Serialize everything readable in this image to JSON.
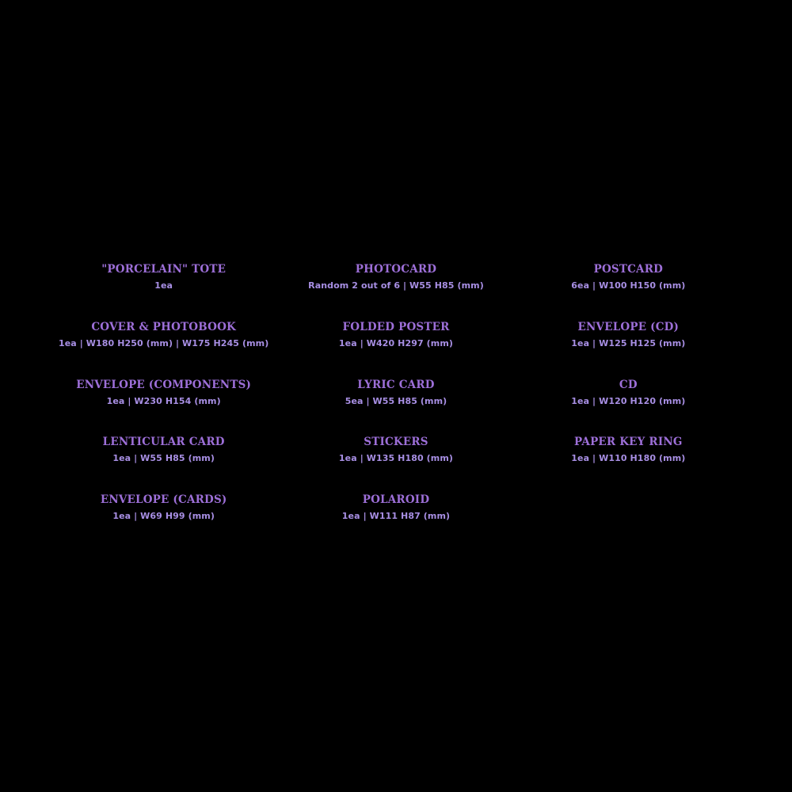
{
  "page": {
    "background_color": "#000000",
    "title_color": "#9d6fd8",
    "spec_color": "#a88fe4"
  },
  "packaging_list": {
    "rows": [
      [
        {
          "title": "\"PORCELAIN\" TOTE",
          "spec": "1ea"
        },
        {
          "title": "PHOTOCARD",
          "spec": "Random 2 out of 6 | W55 H85 (mm)"
        },
        {
          "title": "POSTCARD",
          "spec": "6ea | W100 H150 (mm)"
        }
      ],
      [
        {
          "title": "COVER & PHOTOBOOK",
          "spec": "1ea | W180 H250 (mm) | W175 H245 (mm)"
        },
        {
          "title": "FOLDED POSTER",
          "spec": "1ea | W420 H297 (mm)"
        },
        {
          "title": "ENVELOPE (CD)",
          "spec": "1ea | W125 H125 (mm)"
        }
      ],
      [
        {
          "title": "ENVELOPE (COMPONENTS)",
          "spec": "1ea | W230 H154 (mm)"
        },
        {
          "title": "LYRIC CARD",
          "spec": "5ea | W55 H85 (mm)"
        },
        {
          "title": "CD",
          "spec": "1ea | W120 H120 (mm)"
        }
      ],
      [
        {
          "title": "LENTICULAR CARD",
          "spec": "1ea | W55 H85 (mm)"
        },
        {
          "title": "STICKERS",
          "spec": "1ea | W135 H180 (mm)"
        },
        {
          "title": "PAPER KEY RING",
          "spec": "1ea | W110 H180 (mm)"
        }
      ],
      [
        {
          "title": "ENVELOPE (CARDS)",
          "spec": "1ea | W69 H99 (mm)"
        },
        {
          "title": "POLAROID",
          "spec": "1ea | W111 H87 (mm)"
        },
        null
      ]
    ]
  }
}
